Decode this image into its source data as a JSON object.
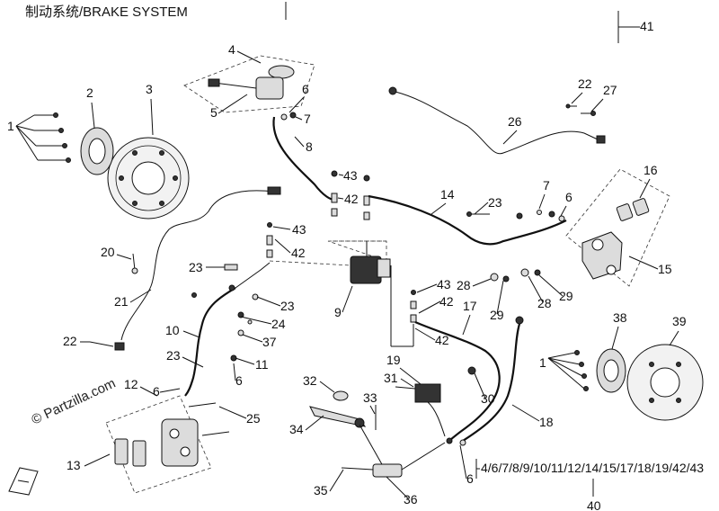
{
  "title": "制动系统/BRAKE SYSTEM",
  "watermark": "© Partzilla.com",
  "group_label": "4/6/7/8/9/10/11/12/14/15/17/18/19/42/43",
  "callouts": [
    "1",
    "2",
    "3",
    "4",
    "5",
    "6",
    "7",
    "8",
    "9",
    "10",
    "11",
    "12",
    "13",
    "14",
    "15",
    "16",
    "17",
    "18",
    "19",
    "20",
    "21",
    "22",
    "23",
    "24",
    "25",
    "26",
    "27",
    "28",
    "29",
    "30",
    "31",
    "32",
    "33",
    "34",
    "35",
    "36",
    "37",
    "38",
    "39",
    "40",
    "41",
    "42",
    "43"
  ],
  "colors": {
    "line": "#111111",
    "part_fill": "#dcdcdc",
    "background": "#ffffff"
  }
}
